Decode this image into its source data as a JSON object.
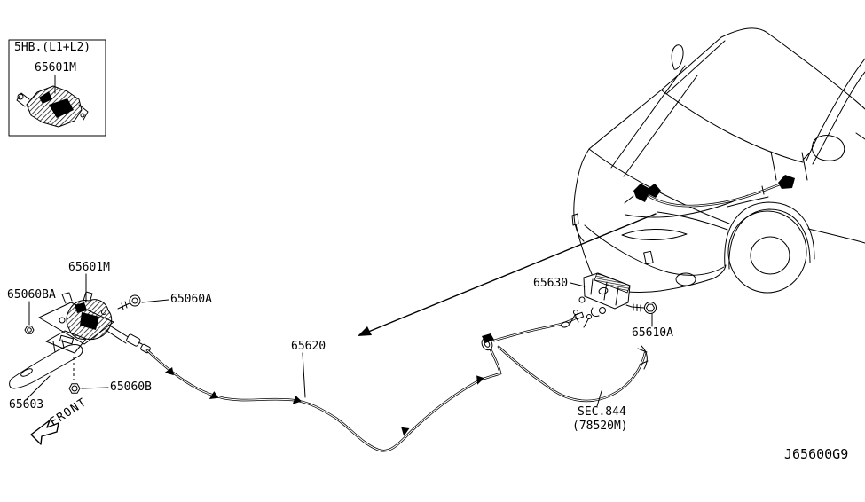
{
  "diagram_code": "J65600G9",
  "front_indicator": "FRONT",
  "inset": {
    "variant_note": "5HB.(L1+L2)",
    "part_no": "65601M"
  },
  "parts": {
    "lock_assembly": "65601M",
    "grommet_ba": "65060BA",
    "screw_a": "65060A",
    "nut_b": "65060B",
    "handle": "65603",
    "release_cable": "65620",
    "hood_lock": "65630",
    "bolt": "65610A",
    "sec_ref_line1": "SEC.844",
    "sec_ref_line2": "(78520M)"
  },
  "colors": {
    "line": "#000000",
    "background": "#ffffff"
  }
}
